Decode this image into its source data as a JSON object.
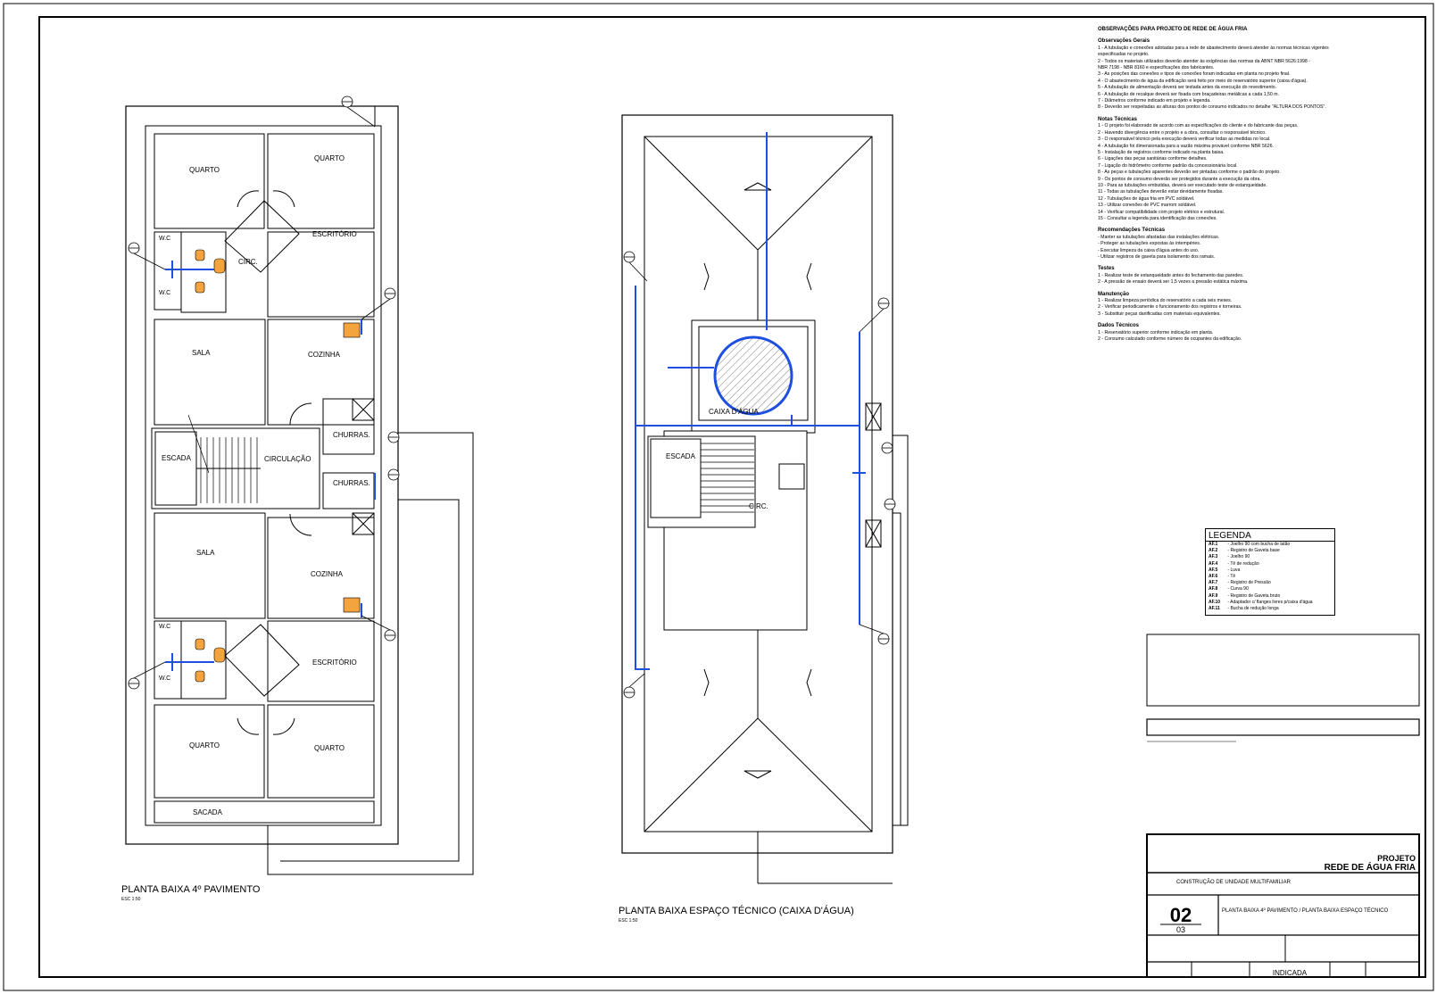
{
  "plans": {
    "floor4": {
      "title": "PLANTA BAIXA 4º PAVIMENTO",
      "scale": "ESC 1:50",
      "rooms": [
        "QUARTO",
        "QUARTO",
        "W.C",
        "W.C",
        "CIRC.",
        "ESCRITÓRIO",
        "SALA",
        "COZINHA",
        "CHURRAS.",
        "ESCADA",
        "CIRCULAÇÃO",
        "CHURRAS.",
        "SALA",
        "COZINHA",
        "W.C",
        "W.C",
        "ESCRITÓRIO",
        "QUARTO",
        "QUARTO",
        "SACADA"
      ]
    },
    "technical": {
      "title": "PLANTA BAIXA ESPAÇO TÉCNICO (CAIXA D'ÁGUA)",
      "scale": "ESC 1:50",
      "rooms": [
        "CAIXA D'ÁGUA",
        "ESCADA",
        "CIRC."
      ]
    }
  },
  "notes": {
    "title": "OBSERVAÇÕES PARA PROJETO DE REDE DE ÁGUA FRIA",
    "sections": [
      {
        "heading": "Observações Gerais",
        "lines": [
          "1 - A tubulação e conexões adotadas para a rede de abastecimento deverá atender às normas técnicas vigentes",
          "especificadas no projeto.",
          "2 - Todos os materiais utilizados deverão atender às exigências das normas da ABNT NBR 5626:1998 -",
          "NBR 7198 - NBR 8160 e especificações dos fabricantes.",
          "3 - As posições das conexões e tipos de conexões foram indicadas em planta no projeto final.",
          "4 - O abastecimento de água da edificação será feito por meio do reservatório superior (caixa d'água).",
          "5 - A tubulação de alimentação deverá ser testada antes da execução do revestimento.",
          "6 - A tubulação de recalque deverá ser fixada com braçadeiras metálicas a cada 1,50 m.",
          "7 - Diâmetros conforme indicado em projeto e legenda.",
          "8 - Deverão ser respeitadas as alturas dos pontos de consumo indicados no detalhe \"ALTURA DOS PONTOS\"."
        ]
      },
      {
        "heading": "Notas Técnicas",
        "lines": [
          "1 - O projeto foi elaborado de acordo com as especificações do cliente e do fabricante das peças.",
          "2 - Havendo divergência entre o projeto e a obra, consultar o responsável técnico.",
          "3 - O responsável técnico pela execução deverá verificar todas as medidas no local.",
          "4 - A tubulação foi dimensionada para a vazão máxima provável conforme NBR 5626.",
          "5 - Instalação de registros conforme indicado na planta baixa.",
          "6 - Ligações das peças sanitárias conforme detalhes.",
          "7 - Ligação do hidrômetro conforme padrão da concessionária local.",
          "8 - As peças e tubulações aparentes deverão ser pintadas conforme o padrão do projeto.",
          "9 - Os pontos de consumo deverão ser protegidos durante a execução da obra.",
          "10 - Para as tubulações embutidas, deverá ser executado teste de estanqueidade.",
          "11 - Todas as tubulações deverão estar devidamente fixadas.",
          "12 - Tubulações de água fria em PVC soldável.",
          "13 - Utilizar conexões de PVC marrom soldável.",
          "14 - Verificar compatibilidade com projeto elétrico e estrutural.",
          "15 - Consultar a legenda para identificação das conexões."
        ]
      },
      {
        "heading": "Recomendações Técnicas",
        "lines": [
          "- Manter as tubulações afastadas das instalações elétricas.",
          "- Proteger as tubulações expostas às intempéries.",
          "- Executar limpeza da caixa d'água antes do uso.",
          "- Utilizar registros de gaveta para isolamento dos ramais."
        ]
      },
      {
        "heading": "Testes",
        "lines": [
          "1 - Realizar teste de estanqueidade antes do fechamento das paredes.",
          "2 - A pressão de ensaio deverá ser 1,5 vezes a pressão estática máxima."
        ]
      },
      {
        "heading": "Manutenção",
        "lines": [
          "1 - Realizar limpeza periódica do reservatório a cada seis meses.",
          "2 - Verificar periodicamente o funcionamento dos registros e torneiras.",
          "3 - Substituir peças danificadas com materiais equivalentes."
        ]
      },
      {
        "heading": "Dados Técnicos",
        "lines": [
          "1 - Reservatório superior conforme indicação em planta.",
          "2 - Consumo calculado conforme número de ocupantes da edificação."
        ]
      }
    ]
  },
  "legend": {
    "title": "LEGENDA",
    "items": [
      {
        "code": "AF.1",
        "desc": "Joelho 90 com bucha de latão"
      },
      {
        "code": "AF.2",
        "desc": "Registro de Gaveta base"
      },
      {
        "code": "AF.3",
        "desc": "Joelho 90"
      },
      {
        "code": "AF.4",
        "desc": "Tê de redução"
      },
      {
        "code": "AF.5",
        "desc": "Luva"
      },
      {
        "code": "AF.6",
        "desc": "Tê"
      },
      {
        "code": "AF.7",
        "desc": "Registro de Pressão"
      },
      {
        "code": "AF.8",
        "desc": "Curva 90"
      },
      {
        "code": "AF.9",
        "desc": "Registro de Gaveta bruto"
      },
      {
        "code": "AF.10",
        "desc": "Adaptador c/ flanges livres p/caixa d'água"
      },
      {
        "code": "AF.11",
        "desc": "Bucha de redução longa"
      }
    ]
  },
  "titleblock": {
    "project_label": "PROJETO",
    "project_title": "REDE DE ÁGUA FRIA",
    "work": "CONSTRUÇÃO DE UNIDADE MULTIFAMILIAR",
    "sheet_number": "02",
    "sheet_total": "03",
    "content": "PLANTA BAIXA 4º PAVIMENTO / PLANTA BAIXA ESPAÇO TÉCNICO",
    "scale": "INDICADA"
  },
  "colors": {
    "line": "#000000",
    "pipe": "#1f4fe0",
    "fixture": "#f3a43c"
  }
}
